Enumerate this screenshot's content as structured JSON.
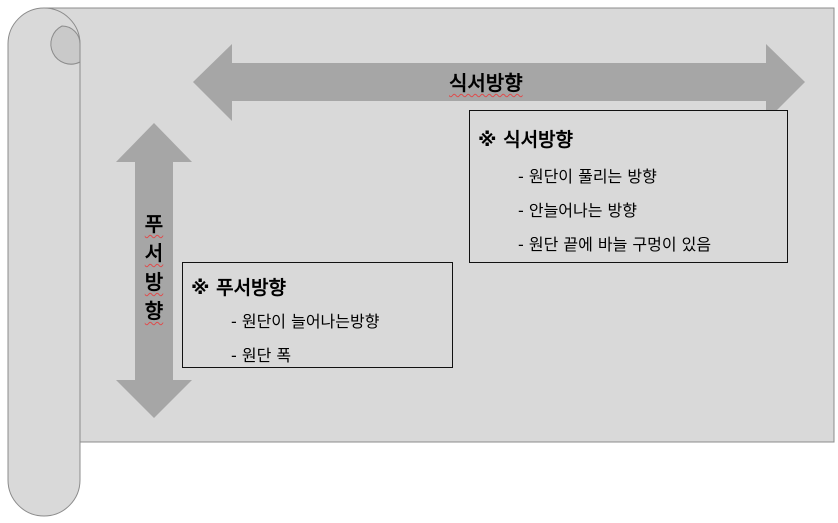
{
  "colors": {
    "scroll_fill": "#d9d9d9",
    "scroll_stroke": "#8c8c8c",
    "arrow_fill": "#a6a6a6",
    "box_border": "#111111",
    "spell_underline": "#e04a4a"
  },
  "horizontal_arrow": {
    "label": "식서방향"
  },
  "vertical_arrow": {
    "chars": [
      "푸",
      "서",
      "방",
      "향"
    ]
  },
  "sikseo_box": {
    "title": "※ 식서방향",
    "items": [
      "- 원단이 풀리는 방향",
      "- 안늘어나는 방향",
      "- 원단 끝에 바늘 구멍이 있음"
    ]
  },
  "puseo_box": {
    "title": "※ 푸서방향",
    "items": [
      "- 원단이 늘어나는방향",
      "- 원단 폭"
    ]
  }
}
